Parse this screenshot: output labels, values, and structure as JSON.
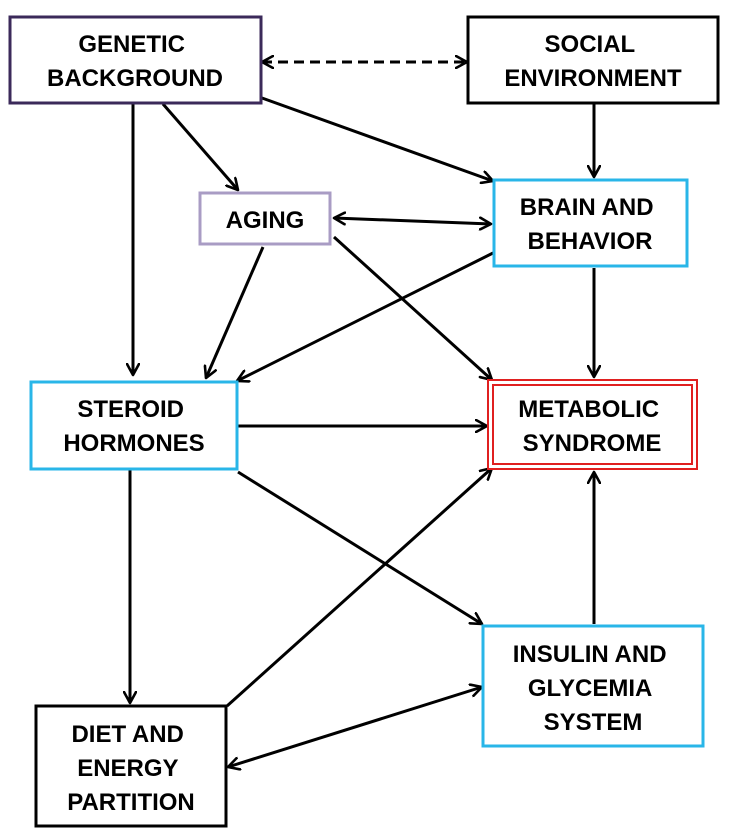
{
  "nodes": {
    "genetic": {
      "lines": [
        "GENETIC",
        "BACKGROUND"
      ],
      "border": "#3b2a5a"
    },
    "social": {
      "lines": [
        "SOCIAL",
        "ENVIRONMENT"
      ],
      "border": "#000000"
    },
    "aging": {
      "lines": [
        "AGING"
      ],
      "border": "#a99cc4"
    },
    "brain": {
      "lines": [
        "BRAIN AND",
        "BEHAVIOR"
      ],
      "border": "#29b6e8"
    },
    "steroid": {
      "lines": [
        "STEROID",
        "HORMONES"
      ],
      "border": "#29b6e8"
    },
    "metabolic": {
      "lines": [
        "METABOLIC",
        "SYNDROME"
      ],
      "border": "#e02020"
    },
    "insulin": {
      "lines": [
        "INSULIN AND",
        "GLYCEMIA",
        "SYSTEM"
      ],
      "border": "#29b6e8"
    },
    "diet": {
      "lines": [
        "DIET AND",
        "ENERGY",
        "PARTITION"
      ],
      "border": "#000000"
    }
  },
  "edges": [
    {
      "from": "genetic",
      "to": "social",
      "style": "dashed",
      "direction": "both"
    },
    {
      "from": "genetic",
      "to": "steroid",
      "style": "solid",
      "direction": "forward"
    },
    {
      "from": "genetic",
      "to": "aging",
      "style": "solid",
      "direction": "forward"
    },
    {
      "from": "genetic",
      "to": "brain",
      "style": "solid",
      "direction": "forward"
    },
    {
      "from": "social",
      "to": "brain",
      "style": "solid",
      "direction": "forward"
    },
    {
      "from": "aging",
      "to": "brain",
      "style": "solid",
      "direction": "both"
    },
    {
      "from": "aging",
      "to": "steroid",
      "style": "solid",
      "direction": "forward"
    },
    {
      "from": "aging",
      "to": "metabolic",
      "style": "solid",
      "direction": "forward"
    },
    {
      "from": "brain",
      "to": "steroid",
      "style": "solid",
      "direction": "forward"
    },
    {
      "from": "brain",
      "to": "metabolic",
      "style": "solid",
      "direction": "forward"
    },
    {
      "from": "steroid",
      "to": "metabolic",
      "style": "solid",
      "direction": "forward"
    },
    {
      "from": "steroid",
      "to": "diet",
      "style": "solid",
      "direction": "forward"
    },
    {
      "from": "steroid",
      "to": "insulin",
      "style": "solid",
      "direction": "forward"
    },
    {
      "from": "insulin",
      "to": "metabolic",
      "style": "solid",
      "direction": "forward"
    },
    {
      "from": "diet",
      "to": "metabolic",
      "style": "solid",
      "direction": "forward"
    },
    {
      "from": "insulin",
      "to": "diet",
      "style": "solid",
      "direction": "both"
    }
  ]
}
